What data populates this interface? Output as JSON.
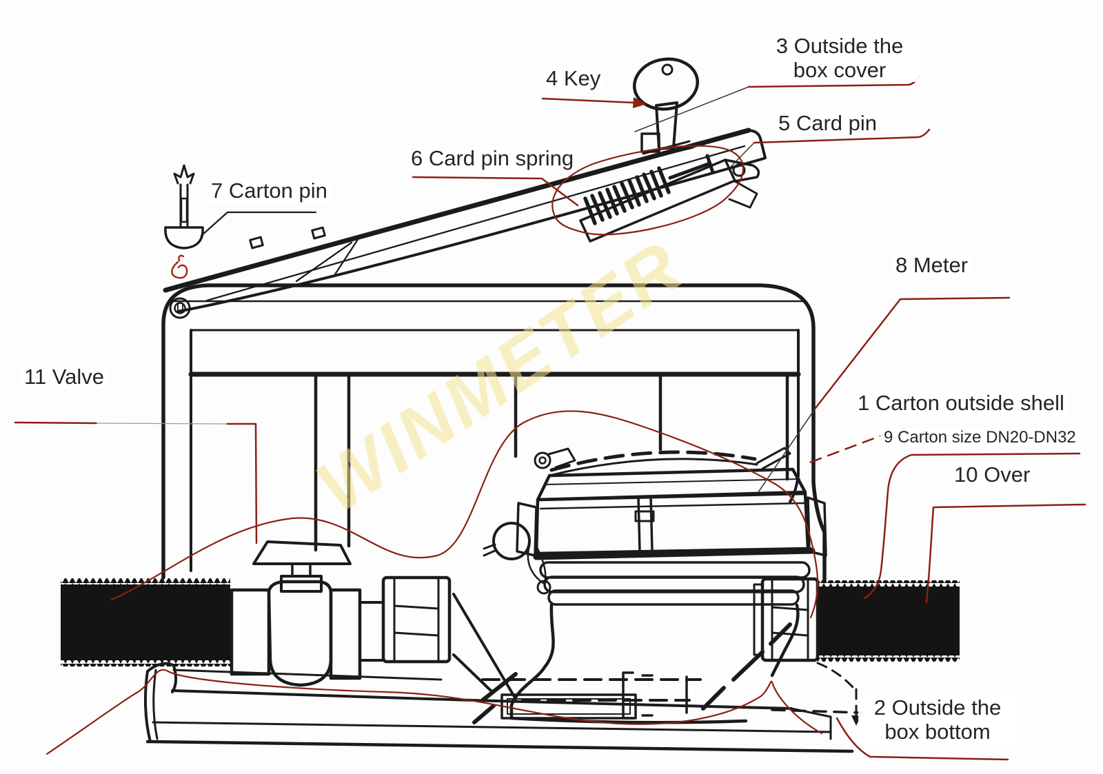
{
  "watermark": "WINMETER",
  "colors": {
    "line": "#1b1b1b",
    "annotation_red": "#8b2015",
    "watermark_yellow": "#f2e48f",
    "text": "#252525"
  },
  "labels": {
    "carton_outside_shell": "1 Carton outside shell",
    "outside_box_bottom_line1": "2 Outside the",
    "outside_box_bottom_line2": "box bottom",
    "outside_box_cover_line1": "3 Outside the",
    "outside_box_cover_line2": "box cover",
    "key": "4 Key",
    "card_pin": "5 Card pin",
    "card_pin_spring": "6 Card pin spring",
    "carton_pin": "7 Carton pin",
    "meter": "8 Meter",
    "carton_size": "9 Carton size DN20-DN32",
    "over": "10 Over",
    "valve": "11 Valve"
  }
}
